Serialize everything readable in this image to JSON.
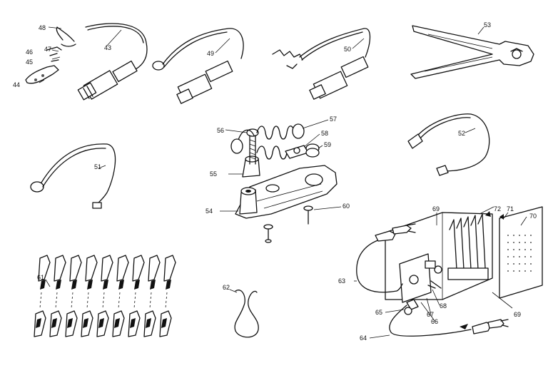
{
  "diagram": {
    "callouts": {
      "c43": "43",
      "c44": "44",
      "c45": "45",
      "c46": "46",
      "c47": "47",
      "c48": "48",
      "c49": "49",
      "c50": "50",
      "c51": "51",
      "c52": "52",
      "c53": "53",
      "c54": "54",
      "c55": "55",
      "c56": "56",
      "c57": "57",
      "c58": "58",
      "c59": "59",
      "c60": "60",
      "c61": "61",
      "c62": "62",
      "c63": "63",
      "c64": "64",
      "c65": "65",
      "c66": "66",
      "c67": "67",
      "c68": "68",
      "c69a": "69",
      "c69b": "69",
      "c70": "70",
      "c71": "71",
      "c72": "72"
    }
  }
}
